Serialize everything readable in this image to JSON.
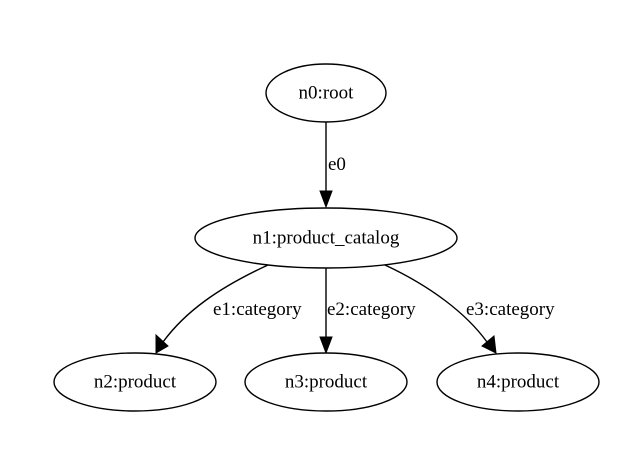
{
  "graph": {
    "nodes": [
      {
        "id": "n0",
        "label": "n0:root"
      },
      {
        "id": "n1",
        "label": "n1:product_catalog"
      },
      {
        "id": "n2",
        "label": "n2:product"
      },
      {
        "id": "n3",
        "label": "n3:product"
      },
      {
        "id": "n4",
        "label": "n4:product"
      }
    ],
    "edges": [
      {
        "id": "e0",
        "from": "n0",
        "to": "n1",
        "label": "e0"
      },
      {
        "id": "e1",
        "from": "n1",
        "to": "n2",
        "label": "e1:category"
      },
      {
        "id": "e2",
        "from": "n1",
        "to": "n3",
        "label": "e2:category"
      },
      {
        "id": "e3",
        "from": "n1",
        "to": "n4",
        "label": "e3:category"
      }
    ]
  }
}
